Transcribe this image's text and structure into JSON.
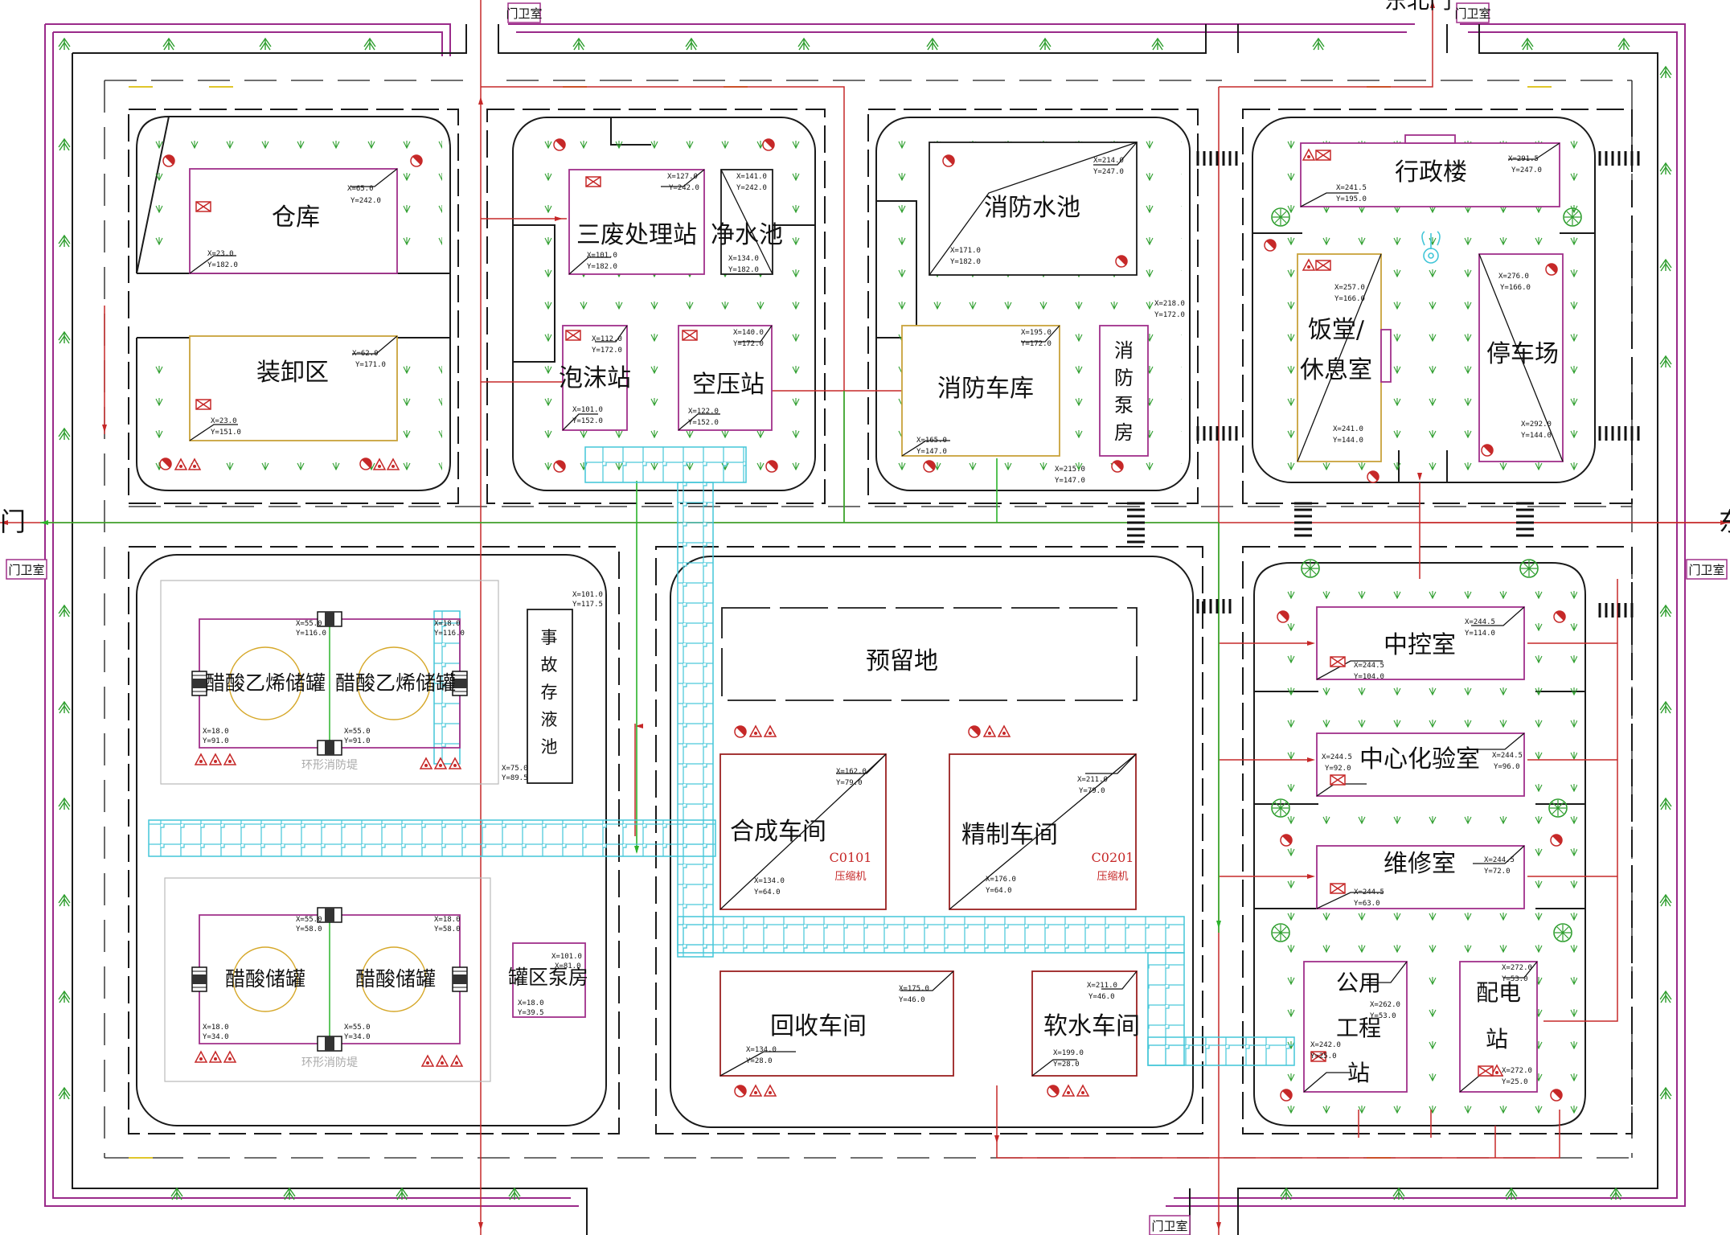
{
  "gates": [
    "门卫室",
    "门卫室",
    "门卫室",
    "门卫室",
    "门卫室"
  ],
  "edge_marks": [
    "门",
    "东",
    "东北门"
  ],
  "buildings": {
    "warehouse": "仓库",
    "loading": "装卸区",
    "waste": "三废处理站",
    "water": "净水池",
    "foam": "泡沫站",
    "air": "空压站",
    "fire_pool": "消防水池",
    "fire_garage": "消防车库",
    "pump_chars": [
      "消",
      "防",
      "泵",
      "房"
    ],
    "admin": "行政楼",
    "canteen_1": "饭堂/",
    "canteen_2": "休息室",
    "parking": "停车场",
    "tank_va_1": "醋酸乙烯储罐",
    "tank_va_2": "醋酸乙烯储罐",
    "accident_chars": [
      "事",
      "故",
      "存",
      "液",
      "池"
    ],
    "tank_ac_1": "醋酸储罐",
    "tank_ac_2": "醋酸储罐",
    "tank_pump": "罐区泵房",
    "reserved": "预留地",
    "synthesis": "合成车间",
    "refining": "精制车间",
    "recovery": "回收车间",
    "soft_water": "软水车间",
    "control": "中控室",
    "lab": "中心化验室",
    "repair": "维修室",
    "utility_chars": [
      "公用",
      "工程",
      "站"
    ],
    "power_chars": [
      "配电",
      "站"
    ],
    "compressor_1": "C0101",
    "compressor_2": "C0201",
    "compressor_label": "压缩机",
    "dike_1": "环形消防堤",
    "dike_2": "环形消防堤"
  },
  "coords": {
    "wh_a": "X=65.0",
    "wh_b": "Y=242.0",
    "wh_c": "X=23.0",
    "wh_d": "Y=182.0",
    "ld_a": "X=62.0",
    "ld_b": "Y=171.0",
    "ld_c": "X=23.0",
    "ld_d": "Y=151.0",
    "ws_a": "X=127.0",
    "ws_b": "Y=242.0",
    "ws_c": "X=101.0",
    "ws_d": "Y=182.0",
    "wt_a": "X=141.0",
    "wt_b": "Y=242.0",
    "wt_c": "X=134.0",
    "wt_d": "Y=182.0",
    "fm_a": "X=112.0",
    "fm_b": "Y=172.0",
    "fm_c": "X=101.0",
    "fm_d": "Y=152.0",
    "ar_a": "X=140.0",
    "ar_b": "Y=172.0",
    "ar_c": "X=122.0",
    "ar_d": "Y=152.0",
    "fp_a": "X=214.0",
    "fp_b": "Y=247.0",
    "fp_c": "X=171.0",
    "fp_d": "Y=182.0",
    "fg_a": "X=195.0",
    "fg_b": "Y=172.0",
    "fg_c": "X=165.0",
    "fg_d": "Y=147.0",
    "pp_a": "X=218.0",
    "pp_b": "Y=172.0",
    "pp_c": "X=215.0",
    "pp_d": "Y=147.0",
    "ad_a": "X=291.5",
    "ad_b": "Y=247.0",
    "ad_c": "X=241.5",
    "ad_d": "Y=195.0",
    "cn_a": "X=257.0",
    "cn_b": "Y=166.0",
    "cn_c": "X=241.0",
    "cn_d": "Y=144.0",
    "pk_a": "X=276.0",
    "pk_b": "Y=166.0",
    "pk_c": "X=292.0",
    "pk_d": "Y=144.0",
    "va_a": "X=55.0",
    "va_b": "Y=116.0",
    "va_c": "X=18.0",
    "va_d": "Y=116.0",
    "va_e": "X=18.0",
    "va_f": "Y=91.0",
    "va_g": "X=55.0",
    "va_h": "Y=91.0",
    "ac_a": "X=55.0",
    "ac_b": "Y=58.0",
    "ac_c": "X=18.0",
    "ac_d": "Y=58.0",
    "ac_e": "X=18.0",
    "ac_f": "Y=34.0",
    "ac_g": "X=55.0",
    "ac_h": "Y=34.0",
    "acc_a": "X=101.0",
    "acc_b": "Y=117.5",
    "acc_c": "X=75.0",
    "acc_d": "Y=89.5",
    "tp_a": "X=101.0",
    "tp_b": "X=81.0",
    "tp_c": "X=18.0",
    "tp_d": "Y=39.5",
    "sy_a": "X=162.0",
    "sy_b": "Y=79.0",
    "sy_c": "X=134.0",
    "sy_d": "Y=64.0",
    "rf_a": "X=211.0",
    "rf_b": "Y=79.0",
    "rf_c": "X=176.0",
    "rf_d": "Y=64.0",
    "rc_a": "X=175.0",
    "rc_b": "Y=46.0",
    "rc_c": "X=134.0",
    "rc_d": "Y=28.0",
    "sw_a": "X=211.0",
    "sw_b": "Y=46.0",
    "sw_c": "X=199.0",
    "sw_d": "Y=28.0",
    "ct_a": "X=244.5",
    "ct_b": "Y=114.0",
    "ct_c": "X=244.5",
    "ct_d": "Y=104.0",
    "lb_a": "X=244.5",
    "lb_b": "Y=92.0",
    "lb_c": "X=244.5",
    "lb_d": "Y=96.0",
    "rp_a": "X=244.5",
    "rp_b": "Y=72.0",
    "rp_c": "X=244.5",
    "rp_d": "Y=63.0",
    "ut_a": "X=262.0",
    "ut_b": "Y=53.0",
    "ut_c": "X=242.0",
    "ut_d": "Y=25.0",
    "pw_a": "X=272.0",
    "pw_b": "Y=53.0",
    "pw_c": "X=272.0",
    "pw_d": "Y=25.0"
  },
  "colors": {
    "boundary": "#9a2a8a",
    "road": "#1a1a1a",
    "building": "#a0308a",
    "building_yellow": "#c9a23a",
    "pipe_red": "#c62828",
    "pipe_green": "#2bb32b",
    "pipe_cyan": "#43c6d8",
    "tree": "#2e9e2e"
  },
  "icons": [
    "tree-icon",
    "hydrant-icon",
    "warning-triangle-icon",
    "fire-box-icon",
    "fountain-icon",
    "shrub-icon"
  ]
}
